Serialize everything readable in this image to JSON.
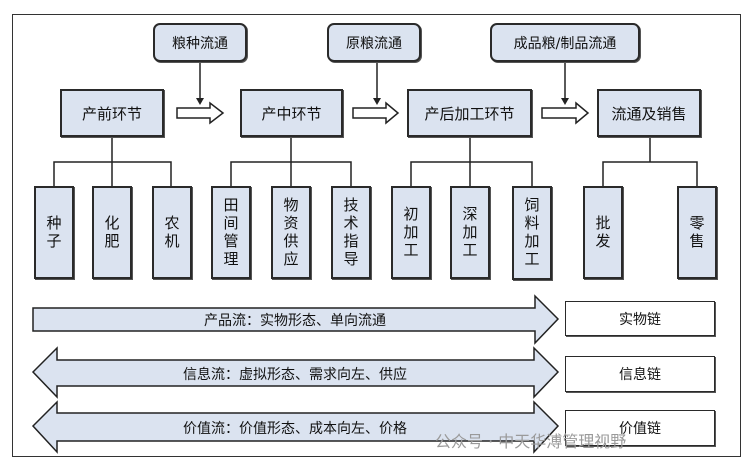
{
  "top_flows": [
    "粮种流通",
    "原粮流通",
    "成品粮/制品流通"
  ],
  "stages": [
    "产前环节",
    "产中环节",
    "产后加工环节",
    "流通及销售"
  ],
  "sub_items": [
    "种子",
    "化肥",
    "农机",
    "田间管理",
    "物资供应",
    "技术指导",
    "初加工",
    "深加工",
    "饲料加工",
    "批发",
    "零售"
  ],
  "flows": [
    {
      "text": "产品流：实物形态、单向流通",
      "chain": "实物链"
    },
    {
      "text": "信息流：虚拟形态、需求向左、供应",
      "chain": "信息链"
    },
    {
      "text": "价值流：价值形态、成本向左、价格",
      "chain": "价值链"
    }
  ],
  "watermark": "公众号 · 中天华溥管理视野",
  "colors": {
    "box_fill": "#dbe3f0",
    "border": "#2a2a2a"
  }
}
